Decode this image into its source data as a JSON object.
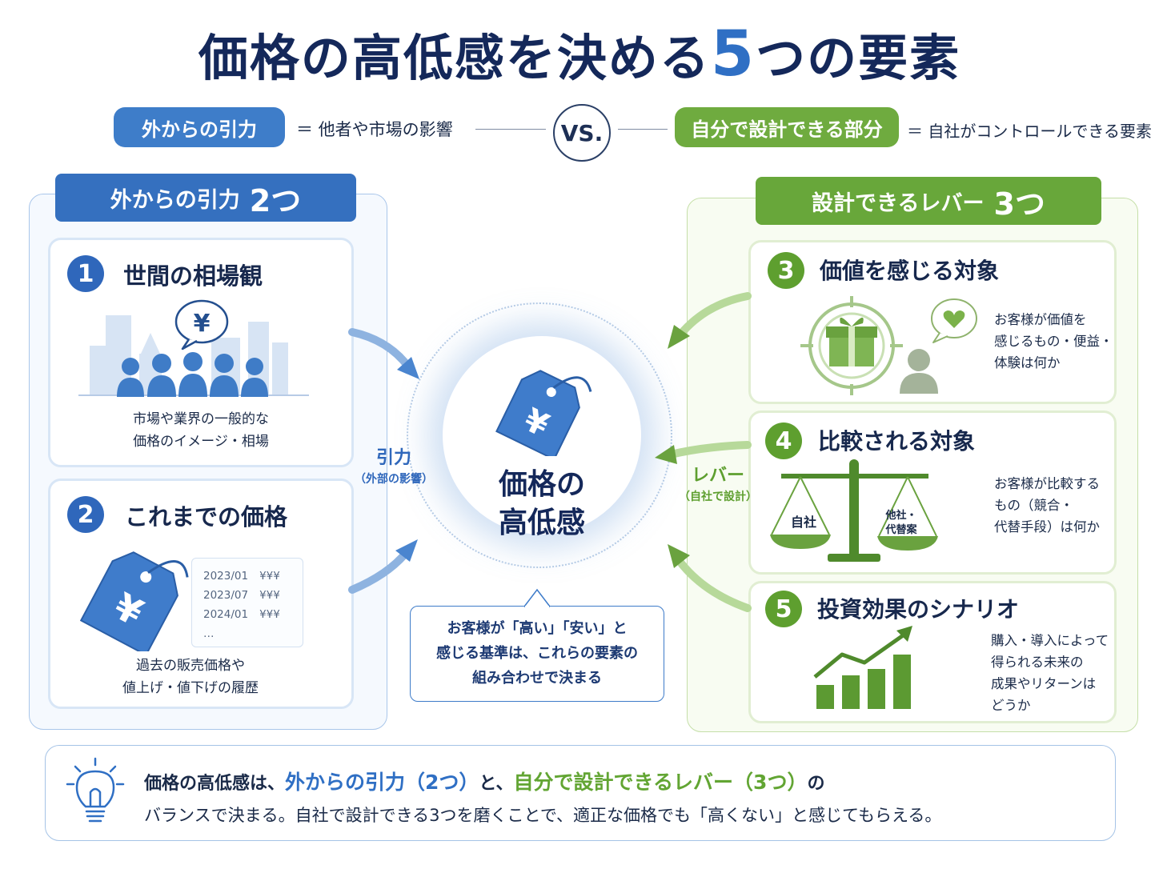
{
  "title": {
    "before": "価格の高低感を決める",
    "number": "5",
    "after": "つの要素"
  },
  "legend": {
    "external_pill": "外からの引力",
    "external_desc": "＝ 他者や市場の影響",
    "vs": "VS.",
    "internal_pill": "自分で設計できる部分",
    "internal_desc": "＝ 自社がコントロールできる要素"
  },
  "left_panel": {
    "title": "外からの引力",
    "count": "2つ",
    "cards": [
      {
        "number": "1",
        "title": "世間の相場観",
        "text1": "市場や業界の一般的な",
        "text2": "価格のイメージ・相場",
        "icon_text": "¥"
      },
      {
        "number": "2",
        "title": "これまでの価格",
        "text1": "過去の販売価格や",
        "text2": "値上げ・値下げの履歴",
        "history": [
          {
            "date": "2023/01",
            "price": "¥¥¥"
          },
          {
            "date": "2023/07",
            "price": "¥¥¥"
          },
          {
            "date": "2024/01",
            "price": "¥¥¥"
          }
        ],
        "history_more": "…",
        "tag_symbol": "¥"
      }
    ]
  },
  "right_panel": {
    "title": "設計できるレバー",
    "count": "3つ",
    "cards": [
      {
        "number": "3",
        "title": "価値を感じる対象",
        "lines": [
          "お客様が価値を",
          "感じるもの・便益・",
          "体験は何か"
        ]
      },
      {
        "number": "4",
        "title": "比較される対象",
        "lines": [
          "お客様が比較する",
          "もの（競合・",
          "代替手段）は何か"
        ],
        "scale_left": "自社",
        "scale_right_1": "他社・",
        "scale_right_2": "代替案"
      },
      {
        "number": "5",
        "title": "投資効果のシナリオ",
        "lines": [
          "購入・導入によって",
          "得られる未来の",
          "成果やリターンは",
          "どうか"
        ]
      }
    ]
  },
  "center": {
    "line1": "価格の",
    "line2": "高低感",
    "tag_symbol": "¥"
  },
  "pull_label": {
    "main": "引力",
    "sub": "（外部の影響）"
  },
  "lever_label": {
    "main": "レバー",
    "sub": "（自社で設計）"
  },
  "bubble": {
    "line1": "お客様が「高い」「安い」と",
    "line2": "感じる基準は、これらの要素の",
    "line3": "組み合わせで決まる"
  },
  "summary": {
    "part1": "価格の高低感は、",
    "part2": "外からの引力（2つ）",
    "part3": "と、",
    "part4": "自分で設計できるレバー（3つ）",
    "part5": "の",
    "line2": "バランスで決まる。自社で設計できる3つを磨くことで、適正な価格でも「高くない」と感じてもらえる。"
  },
  "colors": {
    "blue": "#3e7dc9",
    "navy": "#14285a",
    "green": "#6fab3f"
  }
}
